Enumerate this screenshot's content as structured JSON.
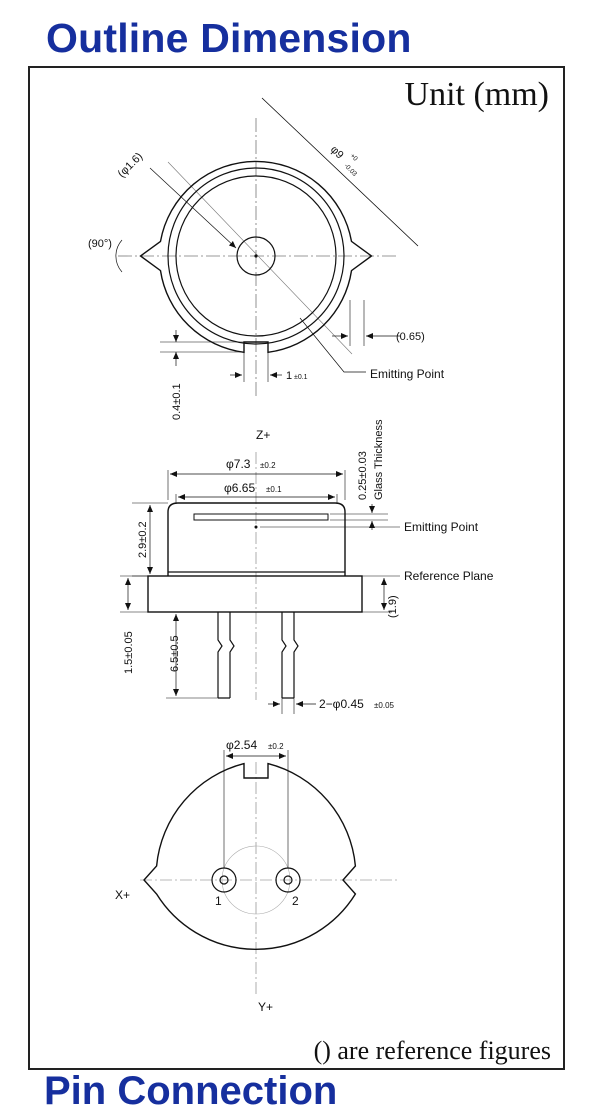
{
  "title": "Outline Dimension",
  "unit_label": "Unit (mm)",
  "note": "() are reference figures",
  "next_section_title": "Pin Connection",
  "top_view": {
    "dim_16": "(φ1.6)",
    "dim_90deg": "(90°)",
    "dim_9": "φ9",
    "dim_9_tol_upper": "+0",
    "dim_9_tol_lower": "-0.03",
    "dim_065": "(0.65)",
    "dim_04": "0.4±0.1",
    "dim_1": "1",
    "dim_1_tol": "±0.1",
    "emitting_point": "Emitting Point"
  },
  "side_view": {
    "axis_z": "Z+",
    "dim_73": "φ7.3",
    "dim_73_tol": "±0.2",
    "dim_665": "φ6.65",
    "dim_665_tol": "±0.1",
    "dim_025": "0.25±0.03",
    "glass_thickness": "Glass Thickness",
    "emitting_point": "Emitting Point",
    "reference_plane": "Reference Plane",
    "dim_29": "2.9±0.2",
    "dim_19": "(1.9)",
    "dim_15": "1.5±0.05",
    "dim_65": "6.5±0.5",
    "dim_pin": "2−φ0.45",
    "dim_pin_tol": "±0.05"
  },
  "bottom_view": {
    "dim_254": "φ2.54",
    "dim_254_tol": "±0.2",
    "axis_x": "X+",
    "axis_y": "Y+",
    "pin_1": "1",
    "pin_2": "2"
  },
  "colors": {
    "title": "#162f9e",
    "line": "#111111",
    "thin_line": "#777777"
  }
}
